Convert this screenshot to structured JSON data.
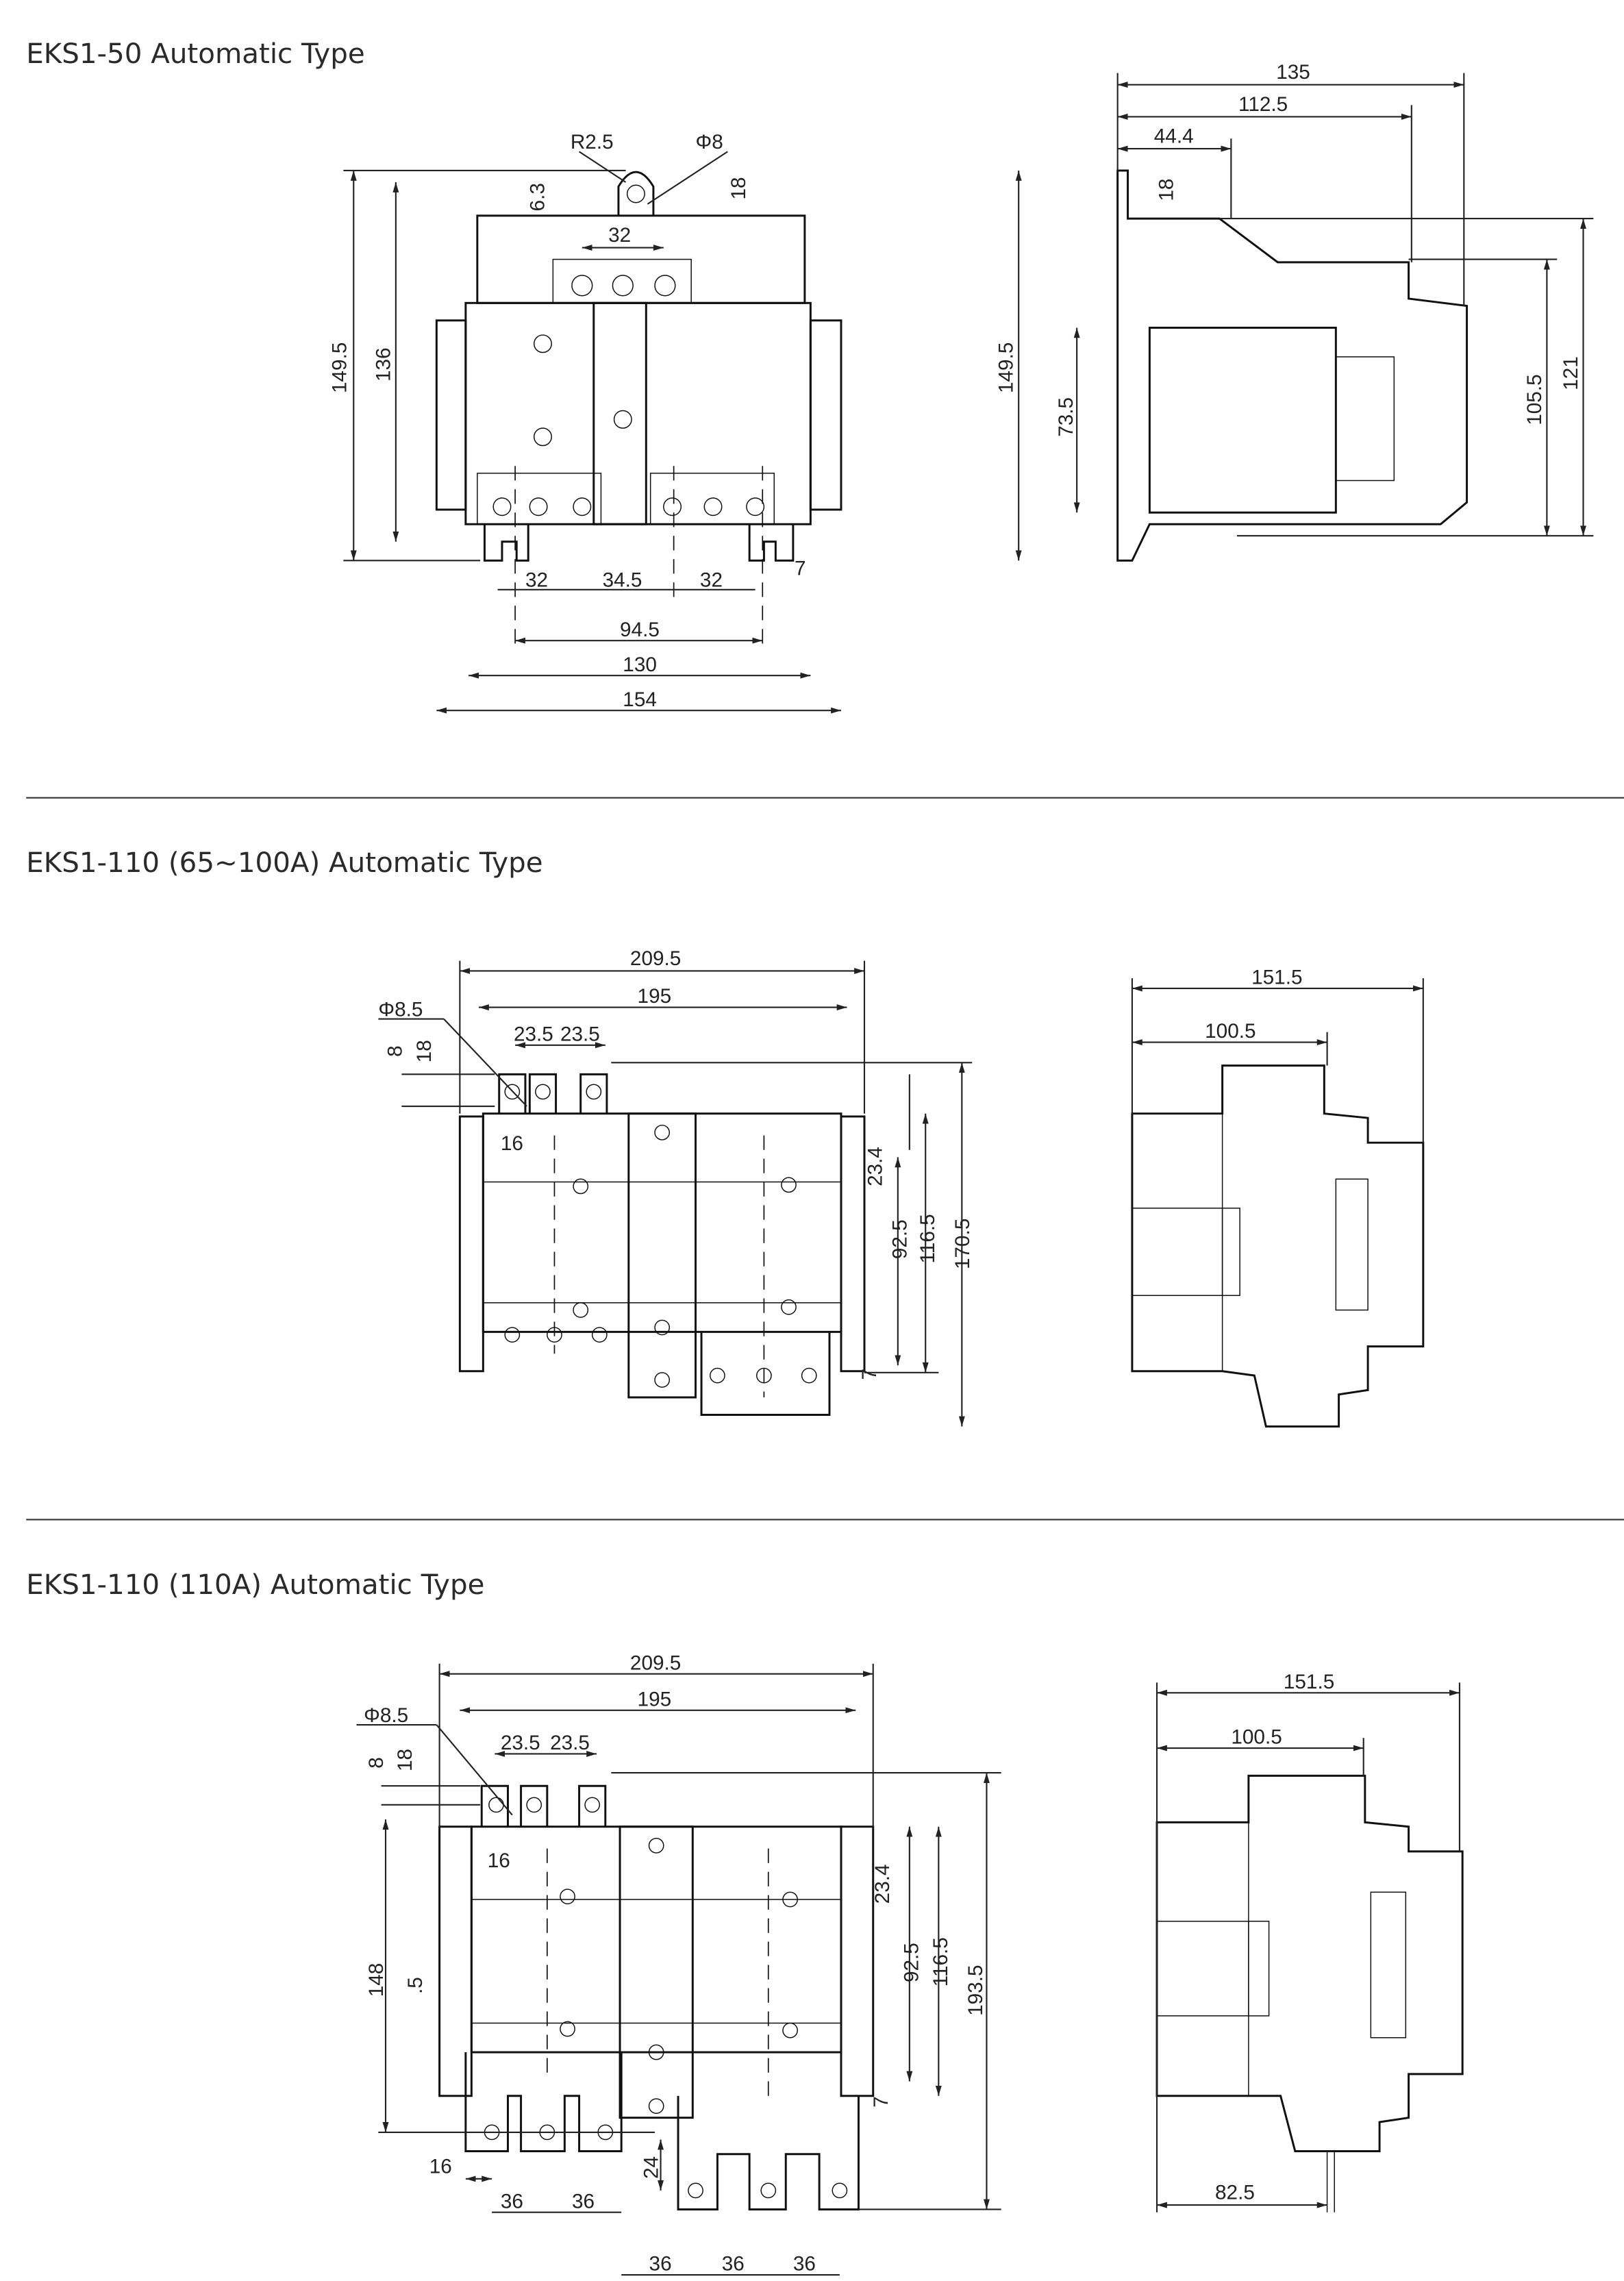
{
  "sections": [
    {
      "title": "EKS1-50 Automatic Type",
      "front": {
        "r": "R2.5",
        "phi": "Φ8",
        "top32": "32",
        "d63": "6.3",
        "d18": "18",
        "h1495": "149.5",
        "h136": "136",
        "b32a": "32",
        "b345": "34.5",
        "b32b": "32",
        "d7": "7",
        "w945": "94.5",
        "w130": "130",
        "w154": "154"
      },
      "side": {
        "w135": "135",
        "w1125": "112.5",
        "w444": "44.4",
        "d18": "18",
        "h1495": "149.5",
        "h735": "73.5",
        "h1055": "105.5",
        "h121": "121"
      }
    },
    {
      "title": "EKS1-110 (65~100A) Automatic Type",
      "front": {
        "w2095": "209.5",
        "w195": "195",
        "phi": "Φ8.5",
        "p1": "23.5",
        "p2": "23.5",
        "d8": "8",
        "d18": "18",
        "d16": "16",
        "h234": "23.4",
        "h925": "92.5",
        "h1165": "116.5",
        "h1705": "170.5",
        "d7": "7"
      },
      "side": {
        "w1515": "151.5",
        "w1005": "100.5"
      }
    },
    {
      "title": "EKS1-110 (110A) Automatic Type",
      "front": {
        "w2095": "209.5",
        "w195": "195",
        "phi": "Φ8.5",
        "p1": "23.5",
        "p2": "23.5",
        "d8": "8",
        "d18": "18",
        "d16": "16",
        "h148": "148",
        "h5": ".5",
        "h234": "23.4",
        "h925": "92.5",
        "h1165": "116.5",
        "h1935": "193.5",
        "d7": "7",
        "b16": "16",
        "b36a": "36",
        "b36b": "36",
        "d24": "24",
        "b36c": "36",
        "b36d": "36",
        "b36e": "36"
      },
      "side": {
        "w1515": "151.5",
        "w1005": "100.5",
        "w825": "82.5"
      }
    }
  ]
}
